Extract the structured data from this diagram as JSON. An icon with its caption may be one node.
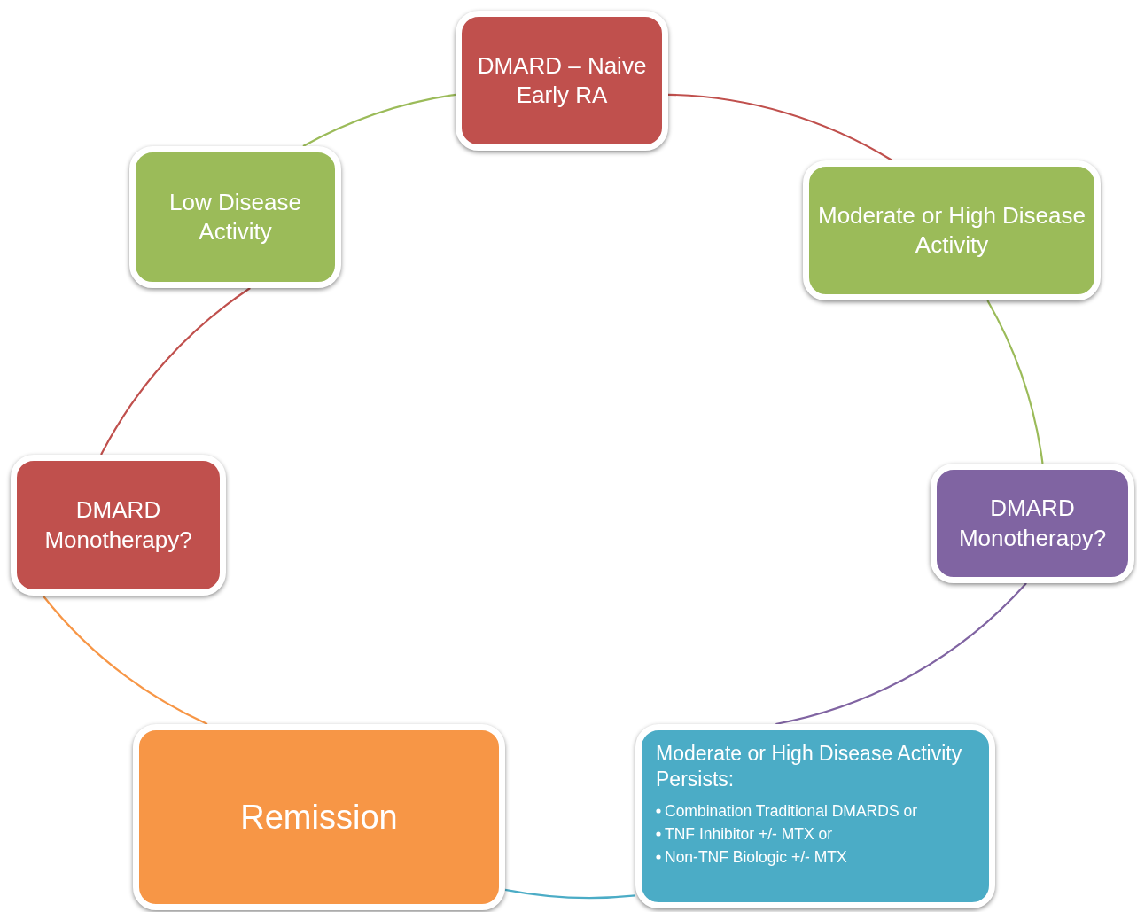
{
  "diagram": {
    "nodes": [
      {
        "text": [
          "DMARD – Naive Early RA"
        ]
      },
      {
        "text": [
          "Low Disease Activity"
        ]
      },
      {
        "text": [
          "Moderate or High Disease Activity"
        ]
      },
      {
        "text": [
          "DMARD Monotherapy?"
        ]
      },
      {
        "text": [
          "DMARD Monotherapy?"
        ]
      },
      {
        "text": [
          "Remission"
        ]
      },
      {
        "text": [
          "Moderate or High Disease Activity Persists:",
          "Combination Traditional DMARDS or",
          "TNF Inhibitor +/- MTX or",
          "Non-TNF Biologic +/- MTX"
        ]
      }
    ],
    "edges": [
      {
        "from": 0,
        "to": 2,
        "arrow": "none",
        "color": "#c0504d"
      },
      {
        "from": 2,
        "to": 4,
        "arrow": "none",
        "color": "#9bbb59"
      },
      {
        "from": 4,
        "to": 6,
        "arrow": "none",
        "color": "#8064a2"
      },
      {
        "from": 6,
        "to": 5,
        "arrow": "none",
        "color": "#4bacc6"
      },
      {
        "from": 5,
        "to": 3,
        "arrow": "none",
        "color": "#f79646"
      },
      {
        "from": 3,
        "to": 1,
        "arrow": "none",
        "color": "#c0504d"
      },
      {
        "from": 1,
        "to": 0,
        "arrow": "none",
        "color": "#9bbb59"
      }
    ]
  }
}
